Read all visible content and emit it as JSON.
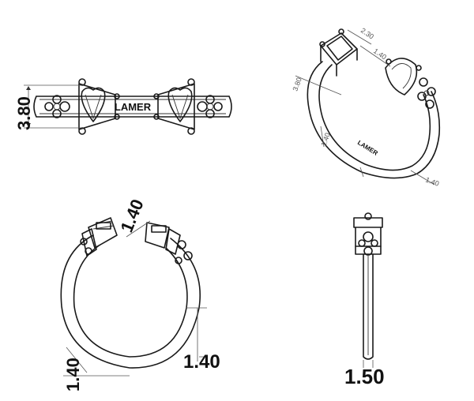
{
  "brand": "LAMER",
  "brand_side": "LAMER",
  "dimensions": {
    "top_height": "3.80",
    "side_gap": "1.40",
    "side_band_right": "1.40",
    "side_band_left": "1.40",
    "edge_width": "1.50"
  },
  "perspective_labels": {
    "label_a": "2.30",
    "label_b": "1.40",
    "label_c": "3.80",
    "label_d": "1.40",
    "label_e": "1.40"
  },
  "colors": {
    "line": "#1a1a1a",
    "dimension": "#555555",
    "background": "#ffffff"
  }
}
